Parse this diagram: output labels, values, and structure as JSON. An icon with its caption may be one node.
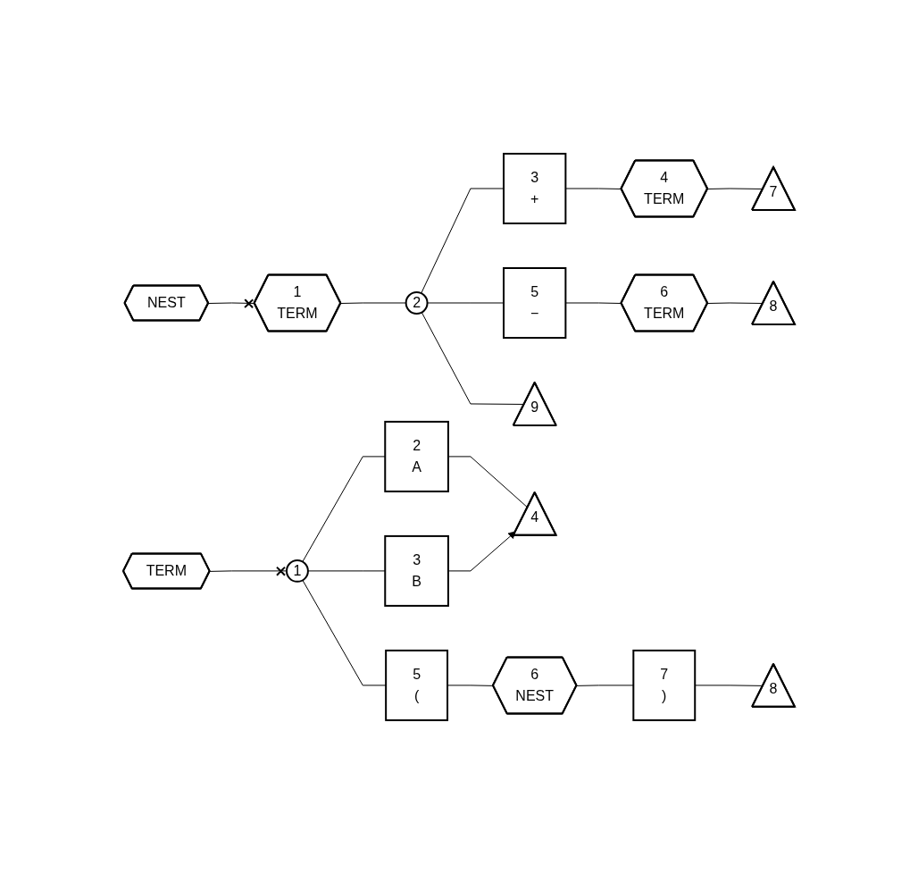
{
  "diagram": {
    "nodes": [
      {
        "text": [
          "NEST"
        ]
      },
      {
        "text": [
          "1",
          "TERM"
        ]
      },
      {
        "text": [
          "2"
        ]
      },
      {
        "text": [
          "3",
          "+"
        ]
      },
      {
        "text": [
          "4",
          "TERM"
        ]
      },
      {
        "text": [
          "5",
          "−"
        ]
      },
      {
        "text": [
          "6",
          "TERM"
        ]
      },
      {
        "text": [
          "7"
        ]
      },
      {
        "text": [
          "8"
        ]
      },
      {
        "text": [
          "9"
        ]
      },
      {
        "text": [
          "TERM"
        ]
      },
      {
        "text": [
          "1"
        ]
      },
      {
        "text": [
          "2",
          "A"
        ]
      },
      {
        "text": [
          "3",
          "B"
        ]
      },
      {
        "text": [
          "4"
        ]
      },
      {
        "text": [
          "5",
          "("
        ]
      },
      {
        "text": [
          "6",
          "NEST"
        ]
      },
      {
        "text": [
          "7",
          ")"
        ]
      },
      {
        "text": [
          "8"
        ]
      }
    ],
    "edges": [
      {
        "from": 0,
        "to": 1,
        "arrow": "other"
      },
      {
        "from": 1,
        "to": 2,
        "arrow": "none"
      },
      {
        "from": 2,
        "to": 3,
        "arrow": "none"
      },
      {
        "from": 3,
        "to": 4,
        "arrow": "none"
      },
      {
        "from": 4,
        "to": 7,
        "arrow": "none"
      },
      {
        "from": 2,
        "to": 5,
        "arrow": "none"
      },
      {
        "from": 5,
        "to": 6,
        "arrow": "none"
      },
      {
        "from": 6,
        "to": 8,
        "arrow": "none"
      },
      {
        "from": 2,
        "to": 9,
        "arrow": "none"
      },
      {
        "from": 10,
        "to": 11,
        "arrow": "other"
      },
      {
        "from": 11,
        "to": 12,
        "arrow": "none"
      },
      {
        "from": 12,
        "to": 14,
        "arrow": "none"
      },
      {
        "from": 11,
        "to": 13,
        "arrow": "none"
      },
      {
        "from": 13,
        "to": 14,
        "arrow": "to"
      },
      {
        "from": 11,
        "to": 15,
        "arrow": "none"
      },
      {
        "from": 15,
        "to": 16,
        "arrow": "none"
      },
      {
        "from": 16,
        "to": 17,
        "arrow": "none"
      },
      {
        "from": 17,
        "to": 18,
        "arrow": "none"
      }
    ]
  }
}
